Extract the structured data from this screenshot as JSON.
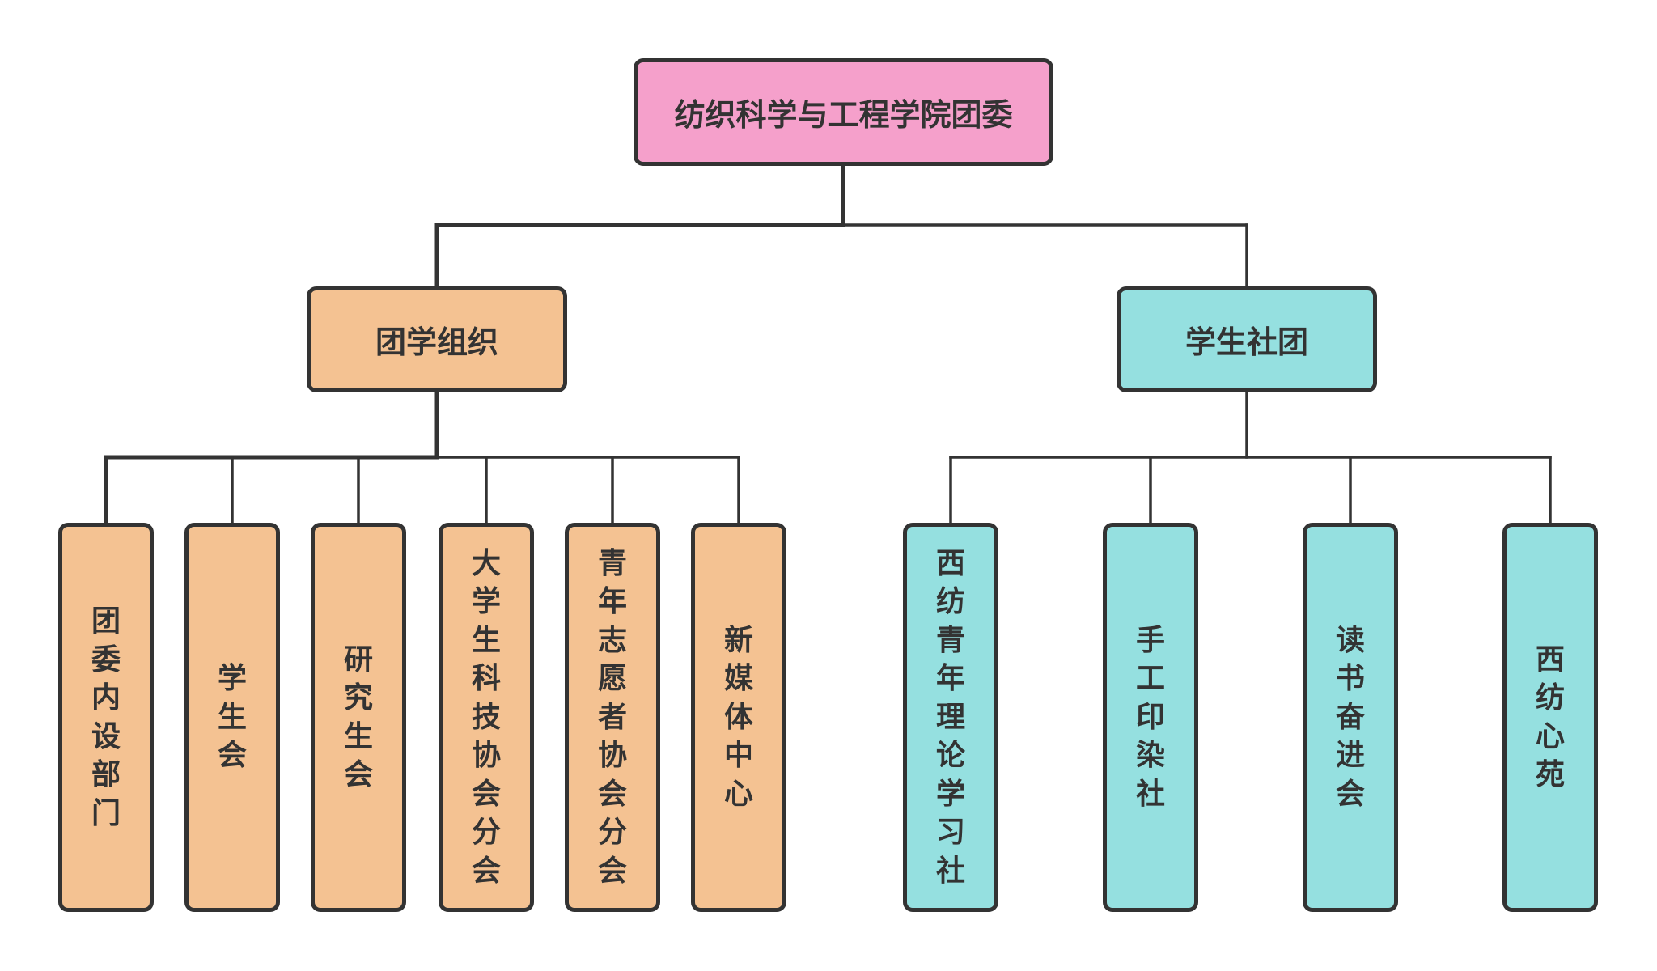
{
  "diagram": {
    "type": "org-chart",
    "colors": {
      "stroke": "#333333",
      "root_fill": "#F5A0CB",
      "left_branch_fill": "#F4C292",
      "right_branch_fill": "#95E0E0",
      "text": "#333333",
      "background": "#FFFFFF"
    },
    "root": {
      "label": "纺织科学与工程学院团委",
      "branches": [
        {
          "label": "团学组织",
          "color_key": "left_branch_fill",
          "children": [
            {
              "label": "团委内设部门"
            },
            {
              "label": "学生会"
            },
            {
              "label": "研究生会"
            },
            {
              "label": "大学生科技协会分会"
            },
            {
              "label": "青年志愿者协会分会"
            },
            {
              "label": "新媒体中心"
            }
          ]
        },
        {
          "label": "学生社团",
          "color_key": "right_branch_fill",
          "children": [
            {
              "label": "西纺青年理论学习社"
            },
            {
              "label": "手工印染社"
            },
            {
              "label": "读书奋进会"
            },
            {
              "label": "西纺心苑"
            }
          ]
        }
      ]
    }
  }
}
